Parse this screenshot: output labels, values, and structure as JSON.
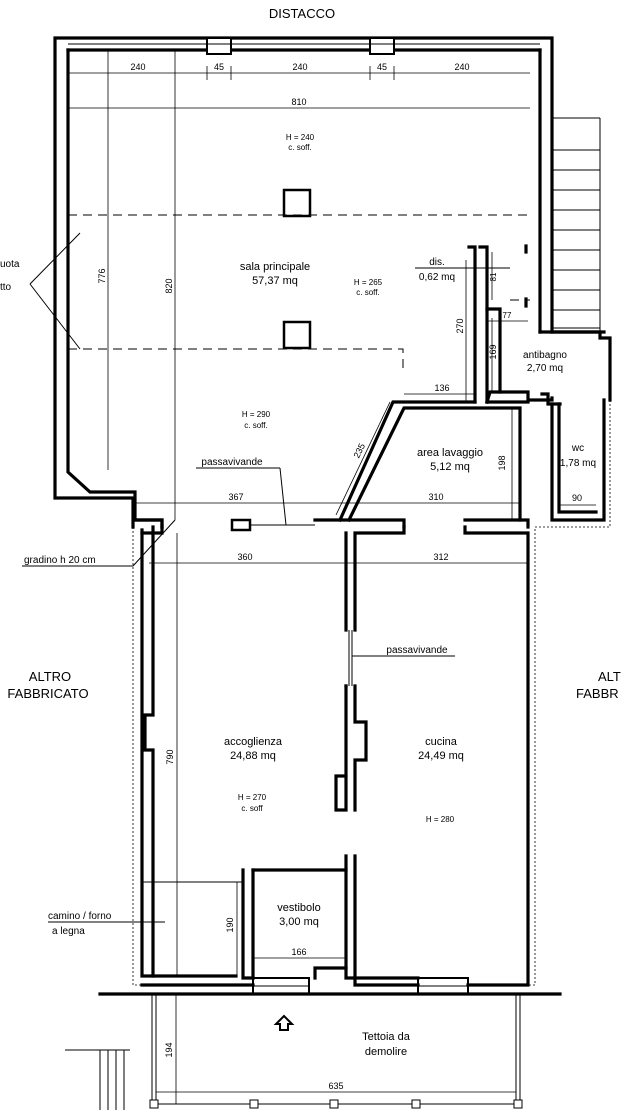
{
  "headings": {
    "top": "DISTACCO",
    "left_1": "ALTRO",
    "left_2": "FABBRICATO",
    "right_1": "ALT",
    "right_2": "FABBR"
  },
  "notes": {
    "quota_1": "uota",
    "quota_2": "tto"
  },
  "rooms": {
    "sala_name": "sala principale",
    "sala_area": "57,37 mq",
    "dis_name": "dis.",
    "dis_area": "0,62 mq",
    "antibagno_name": "antibagno",
    "antibagno_area": "2,70 mq",
    "lavaggio_name": "area lavaggio",
    "lavaggio_area": "5,12 mq",
    "wc_name": "wc",
    "wc_area": "1,78 mq",
    "accoglienza_name": "accoglienza",
    "accoglienza_area": "24,88 mq",
    "cucina_name": "cucina",
    "cucina_area": "24,49 mq",
    "vestibolo_name": "vestibolo",
    "vestibolo_area": "3,00 mq",
    "tettoia_1": "Tettoia da",
    "tettoia_2": "demolire"
  },
  "heights": {
    "h240": "H = 240",
    "h265": "H = 265",
    "h290": "H = 290",
    "h270": "H = 270",
    "h280": "H = 280",
    "csoff": "c. soff.",
    "csoff_short": "c. soff"
  },
  "labels": {
    "passavivande_1": "passavivande",
    "passavivande_2": "passavivande",
    "gradino": "gradino h 20 cm",
    "camino_1": "camino / forno",
    "camino_2": "a legna"
  },
  "dimensions": {
    "d240a": "240",
    "d45a": "45",
    "d240b": "240",
    "d45b": "45",
    "d240c": "240",
    "d810": "810",
    "d776": "776",
    "d820": "820",
    "d81": "81",
    "d77": "77",
    "d270": "270",
    "d169": "169",
    "d136": "136",
    "d235": "235",
    "d198": "198",
    "d367": "367",
    "d310": "310",
    "d90": "90",
    "d360": "360",
    "d312": "312",
    "d790": "790",
    "d190": "190",
    "d166": "166",
    "d194": "194",
    "d635": "635"
  },
  "icons": {
    "entrance": "entrance-arrow-icon"
  }
}
